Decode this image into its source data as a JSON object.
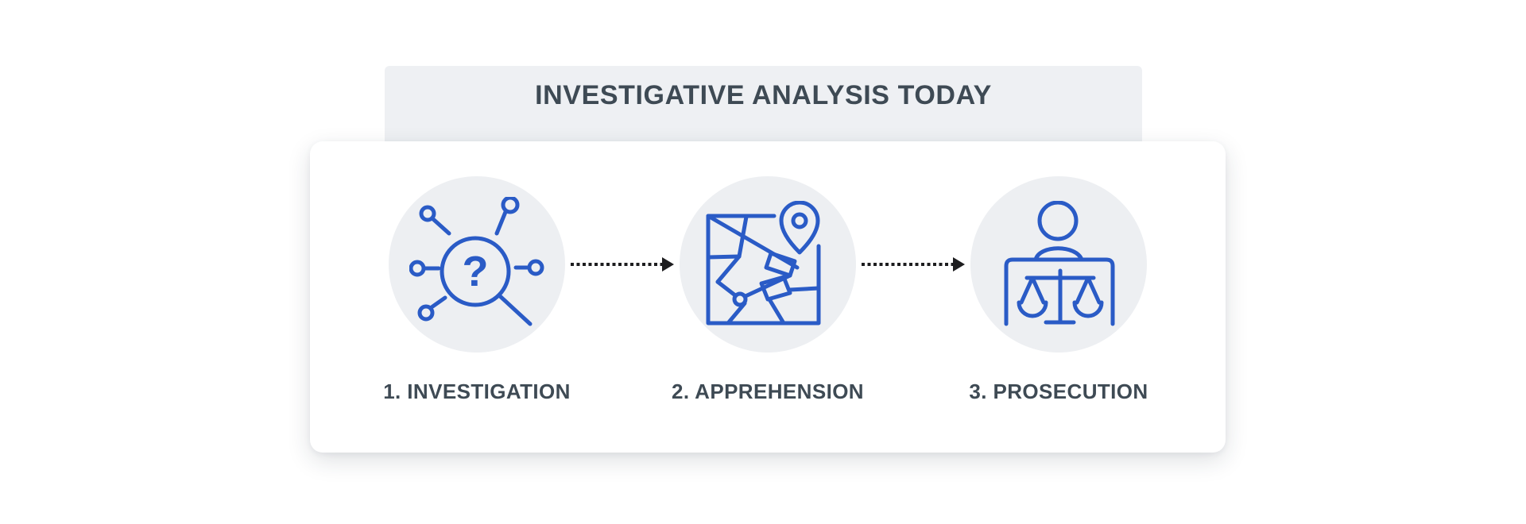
{
  "banner": {
    "title": "INVESTIGATIVE ANALYSIS TODAY"
  },
  "steps": [
    {
      "label": "1. INVESTIGATION",
      "icon": "network-magnifier-icon"
    },
    {
      "label": "2. APPREHENSION",
      "icon": "map-location-pin-icon"
    },
    {
      "label": "3. PROSECUTION",
      "icon": "judge-scales-icon"
    }
  ],
  "connectors": [
    {
      "style": "dotted",
      "direction": "right"
    },
    {
      "style": "dotted",
      "direction": "right"
    }
  ],
  "colors": {
    "icon_blue": "#2a5bc6",
    "circle_bg": "#edeff2",
    "banner_bg": "#eef0f3",
    "card_bg": "#ffffff",
    "heading_color": "#3e4a54",
    "label_color": "#3e4a54",
    "arrow_color": "#1d1d1f"
  }
}
